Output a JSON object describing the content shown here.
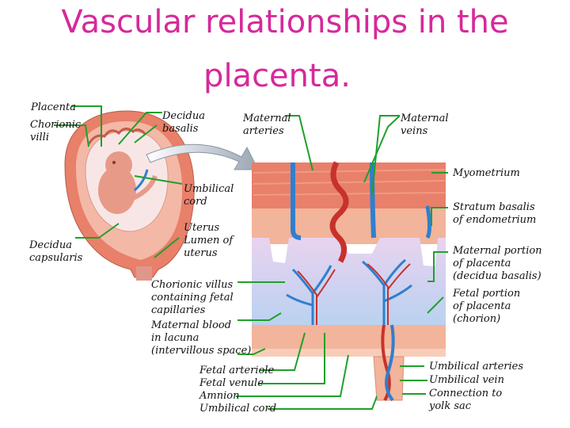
{
  "title": {
    "line1": "Vascular relationships in the",
    "line2": "placenta."
  },
  "labels": {
    "placenta": "Placenta",
    "chorionic_villi": "Chorionic\nvilli",
    "decidua_basalis": "Decidua\nbasalis",
    "maternal_arteries": "Maternal\narteries",
    "maternal_veins": "Maternal\nveins",
    "myometrium": "Myometrium",
    "umbilical_cord_upper": "Umbilical\ncord",
    "stratum_basalis": "Stratum basalis\nof endometrium",
    "uterus_lumen": "Uterus\nLumen of\nuterus",
    "decidua_capsularis": "Decidua\ncapsularis",
    "maternal_portion": "Maternal portion\nof placenta\n(decidua basalis)",
    "chorionic_villus": "Chorionic villus\ncontaining fetal\ncapillaries",
    "fetal_portion": "Fetal portion\nof placenta\n(chorion)",
    "maternal_blood": "Maternal blood\nin lacuna\n(intervillous space)",
    "fetal_arteriole": "Fetal arteriole",
    "fetal_venule": "Fetal venule",
    "amnion": "Amnion",
    "umbilical_cord_lower": "Umbilical cord",
    "umbilical_arteries": "Umbilical arteries",
    "umbilical_vein": "Umbilical vein",
    "connection_yolk_sac": "Connection to\nyolk sac"
  },
  "colors": {
    "title": "#d6299a",
    "leader": "#1fa02a",
    "tissue": "#f2b49a",
    "myometrium": "#e8806a",
    "artery": "#c8312c",
    "vein": "#2f7fd0",
    "lacuna": "#dcc4e8"
  }
}
